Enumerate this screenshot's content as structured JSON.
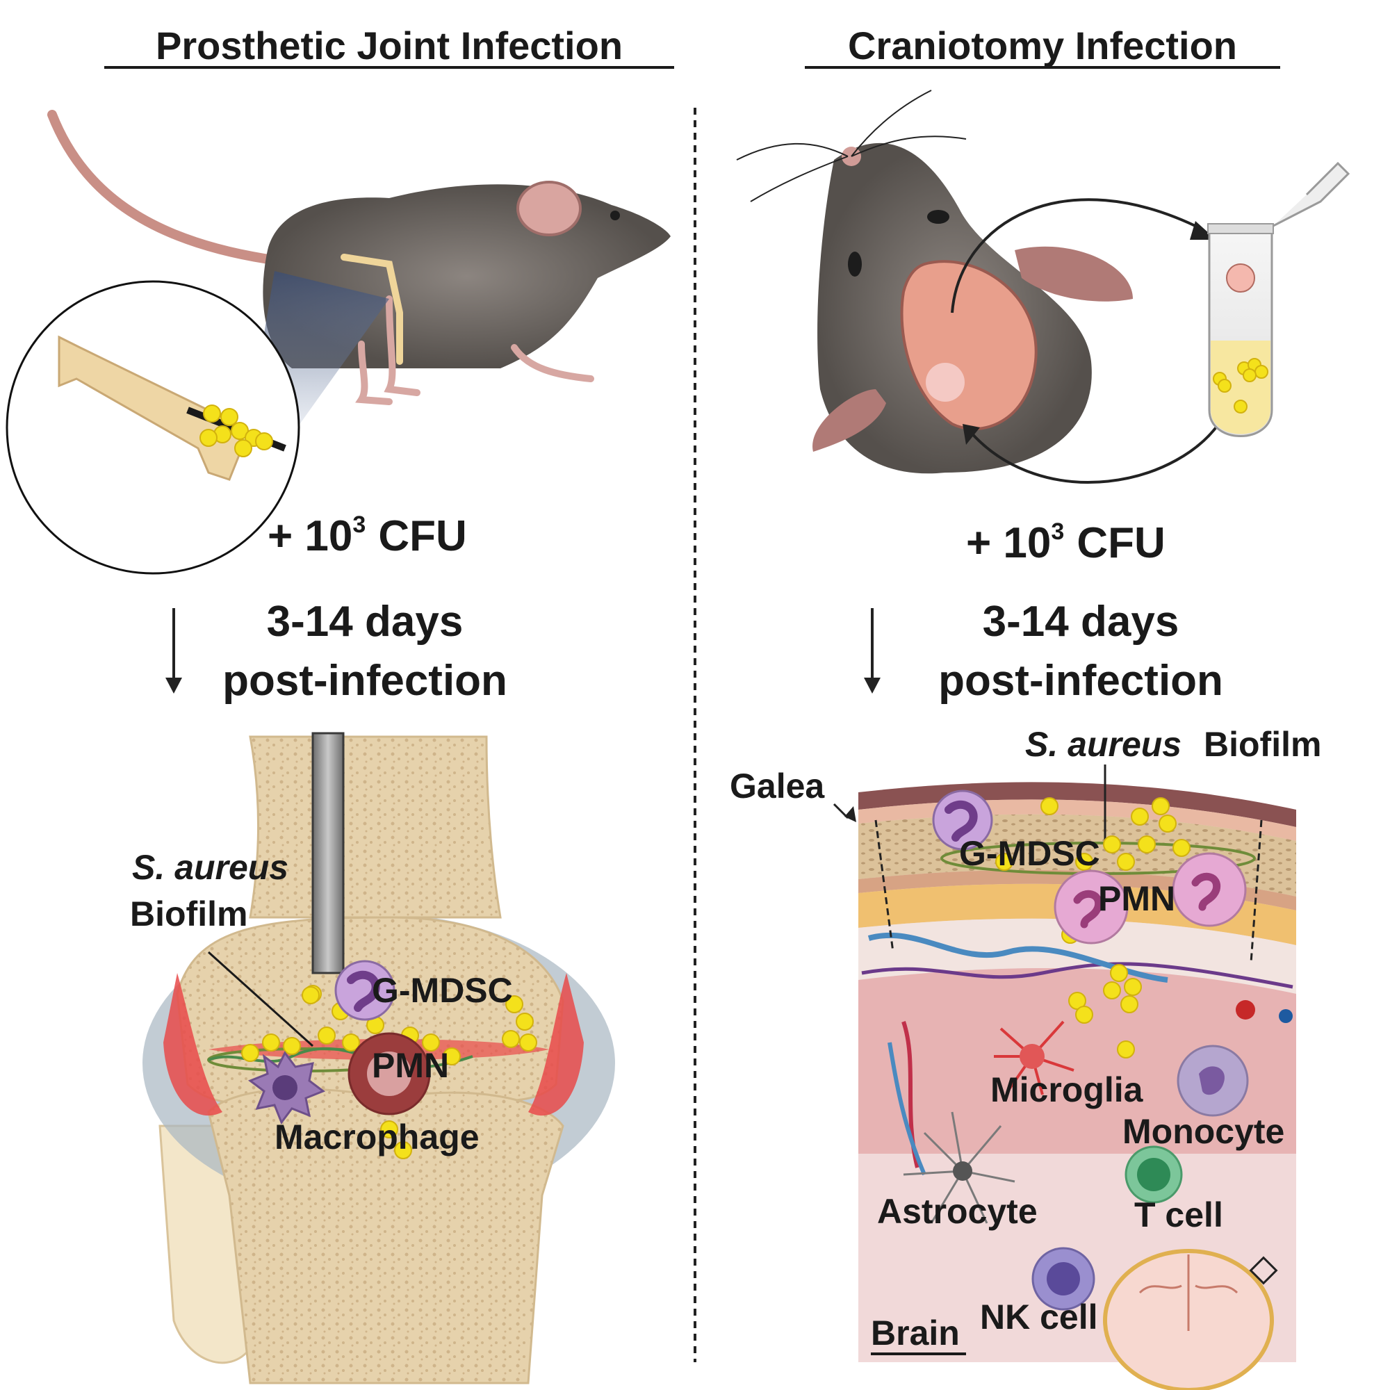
{
  "left": {
    "title": "Prosthetic Joint Infection",
    "dose": "+ 10",
    "dose_exp": "3",
    "dose_unit": "CFU",
    "duration": "3-14 days",
    "phase": "post-infection",
    "labels": {
      "species": "S. aureus",
      "biofilm": "Biofilm",
      "gmdsc": "G-MDSC",
      "pmn": "PMN",
      "macrophage": "Macrophage"
    }
  },
  "right": {
    "title": "Craniotomy Infection",
    "dose": "+ 10",
    "dose_exp": "3",
    "dose_unit": "CFU",
    "duration": "3-14 days",
    "phase": "post-infection",
    "labels": {
      "species": "S. aureus",
      "biofilm": "Biofilm",
      "galea": "Galea",
      "gmdsc": "G-MDSC",
      "pmn": "PMN",
      "microglia": "Microglia",
      "monocyte": "Monocyte",
      "astrocyte": "Astrocyte",
      "tcell": "T cell",
      "nkcell": "NK cell",
      "brain": "Brain"
    }
  },
  "colors": {
    "bacteria": "#f4e11b",
    "mouse": "#6f6a66",
    "bone": "#e8d3a8",
    "inflammation": "#e63b3b",
    "gmdsc": "#c9a4dc",
    "pmn": "#e6a9d3"
  }
}
